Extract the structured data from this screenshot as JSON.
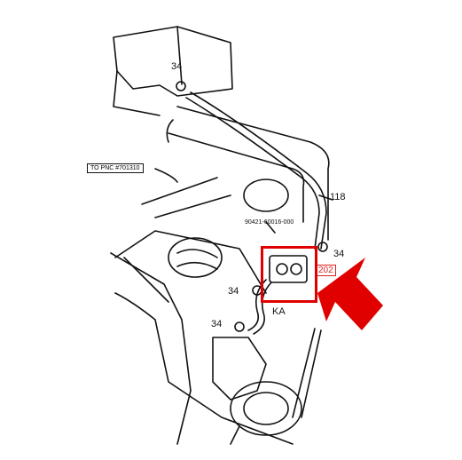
{
  "diagram": {
    "ref_label": "TO PNC #701310",
    "part_number": "90421-60016-000",
    "callouts": [
      "34",
      "34",
      "34",
      "34",
      "118",
      "KA"
    ],
    "highlight_code": "202",
    "colors": {
      "line": "#111111",
      "highlight": "#e00000",
      "background": "#ffffff"
    },
    "icons": [
      "red-arrow-icon",
      "clamp-icon"
    ]
  }
}
